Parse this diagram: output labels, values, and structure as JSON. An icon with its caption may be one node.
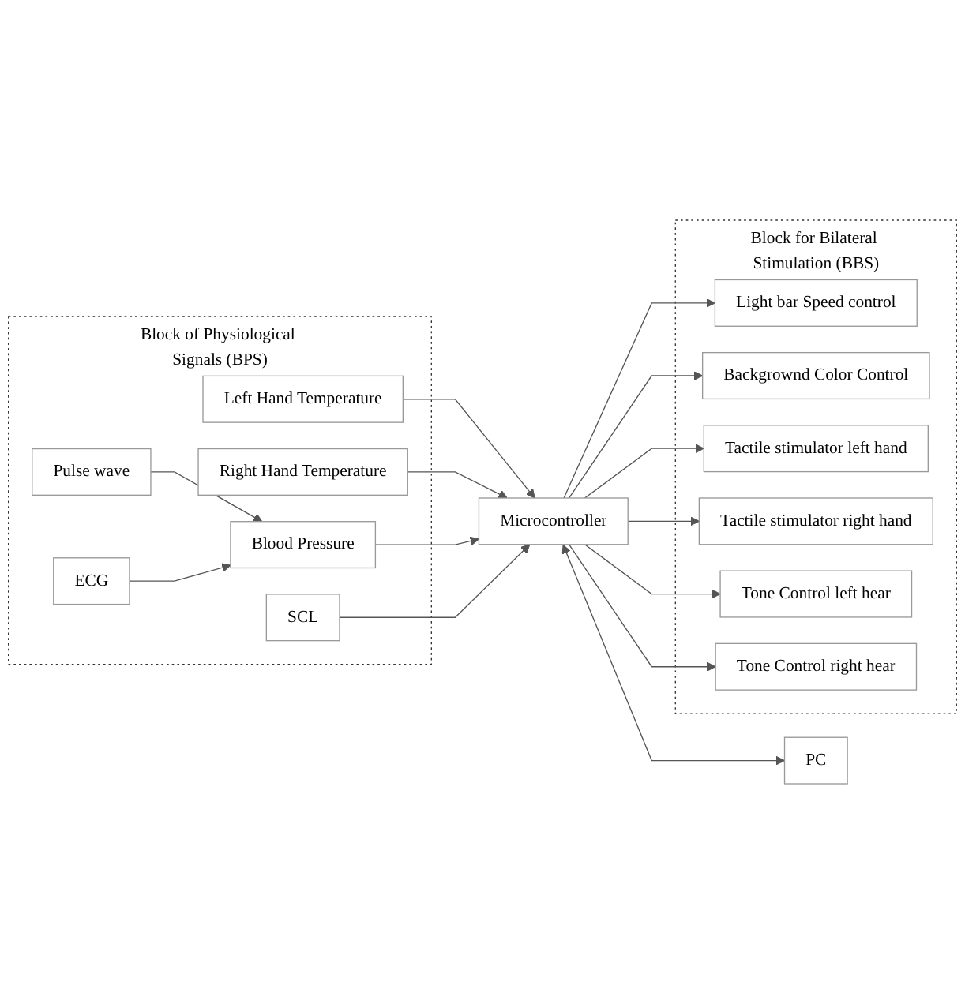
{
  "diagram": {
    "nodes": [
      {
        "text": [
          "Block of Physiological Signals (BPS)"
        ]
      },
      {
        "text": [
          "Left Hand Temperature"
        ],
        "in": 0
      },
      {
        "text": [
          "Right Hand Temperature"
        ],
        "in": 0
      },
      {
        "text": [
          "Pulse wave"
        ],
        "in": 0
      },
      {
        "text": [
          "ECG"
        ],
        "in": 0
      },
      {
        "text": [
          "Blood Pressure"
        ],
        "in": 0
      },
      {
        "text": [
          "SCL"
        ],
        "in": 0
      },
      {
        "text": [
          "Block for Bilateral Stimulation (BBS)"
        ]
      },
      {
        "text": [
          "Light bar Speed control"
        ],
        "in": 7
      },
      {
        "text": [
          "Backgrownd Color Control"
        ],
        "in": 7
      },
      {
        "text": [
          "Microcontroller"
        ]
      },
      {
        "text": [
          "Tactile stimulator left hand"
        ],
        "in": 7
      },
      {
        "text": [
          "Tactile stimulator right hand"
        ],
        "in": 7
      },
      {
        "text": [
          "Tone Control left hear"
        ],
        "in": 7
      },
      {
        "text": [
          "Tone Control right hear"
        ],
        "in": 7
      },
      {
        "text": [
          "PC"
        ]
      }
    ],
    "edges": [
      {
        "from": 1,
        "to": 10,
        "arrow": "to"
      },
      {
        "from": 2,
        "to": 10,
        "arrow": "to"
      },
      {
        "from": 3,
        "to": 5,
        "arrow": "to"
      },
      {
        "from": 4,
        "to": 5,
        "arrow": "to"
      },
      {
        "from": 5,
        "to": 10,
        "arrow": "to"
      },
      {
        "from": 6,
        "to": 10,
        "arrow": "to"
      },
      {
        "from": 10,
        "to": 8,
        "arrow": "to"
      },
      {
        "from": 10,
        "to": 9,
        "arrow": "to"
      },
      {
        "from": 10,
        "to": 11,
        "arrow": "to"
      },
      {
        "from": 10,
        "to": 12,
        "arrow": "to"
      },
      {
        "from": 10,
        "to": 13,
        "arrow": "to"
      },
      {
        "from": 10,
        "to": 14,
        "arrow": "to"
      },
      {
        "from": 10,
        "to": 15,
        "arrow": "both"
      }
    ]
  }
}
